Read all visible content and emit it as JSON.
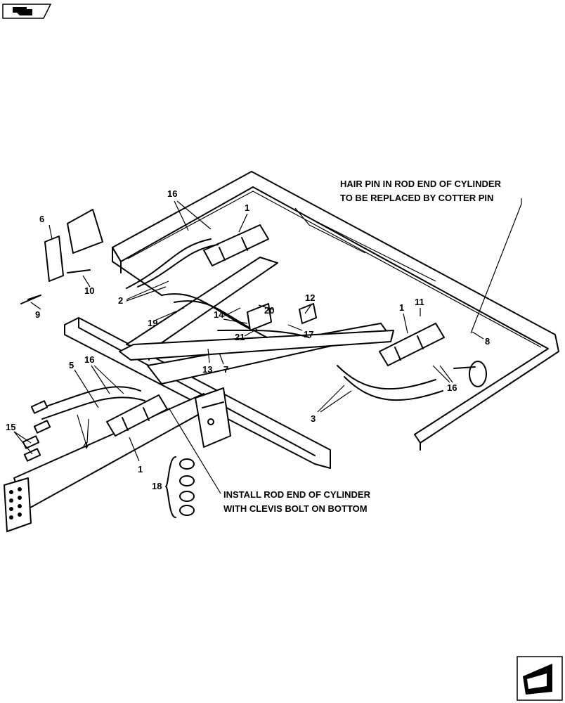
{
  "nav": {
    "top_icon": "back-arrow-icon",
    "bottom_icon": "forward-arrow-icon"
  },
  "notes": {
    "hair_pin_line1": "HAIR PIN IN ROD END OF CYLINDER",
    "hair_pin_line2": "TO BE REPLACED BY COTTER PIN",
    "install_line1": "INSTALL ROD END OF CYLINDER",
    "install_line2": "WITH CLEVIS BOLT ON BOTTOM"
  },
  "callouts": {
    "c1a": "1",
    "c1b": "1",
    "c1c": "1",
    "c2": "2",
    "c3": "3",
    "c4": "4",
    "c5": "5",
    "c6": "6",
    "c7": "7",
    "c8": "8",
    "c9": "9",
    "c10": "10",
    "c11": "11",
    "c12": "12",
    "c13": "13",
    "c14": "14",
    "c15": "15",
    "c16a": "16",
    "c16b": "16",
    "c16c": "16",
    "c17": "17",
    "c18": "18",
    "c19": "19",
    "c20": "20",
    "c21": "21"
  }
}
